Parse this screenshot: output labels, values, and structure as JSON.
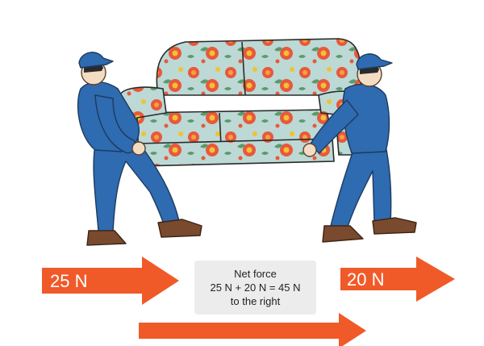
{
  "forces": {
    "left_push": {
      "label": "25 N",
      "value": 25,
      "unit": "N",
      "direction": "right"
    },
    "right_pull": {
      "label": "20 N",
      "value": 20,
      "unit": "N",
      "direction": "right"
    },
    "net": {
      "value": 45,
      "unit": "N",
      "direction": "right"
    }
  },
  "net_force_box": {
    "line1": "Net force",
    "line2": "25 N + 20 N = 45 N",
    "line3": "to the right"
  },
  "colors": {
    "arrow": "#f05a28",
    "uniform": "#2e6bb0",
    "boots": "#7a4a2e",
    "sofa_base": "#bcd9d5",
    "flower_red": "#e8583e",
    "flower_yellow": "#f2c230"
  },
  "icons": [
    "mover-pushing-figure",
    "mover-pulling-figure",
    "floral-sofa"
  ]
}
